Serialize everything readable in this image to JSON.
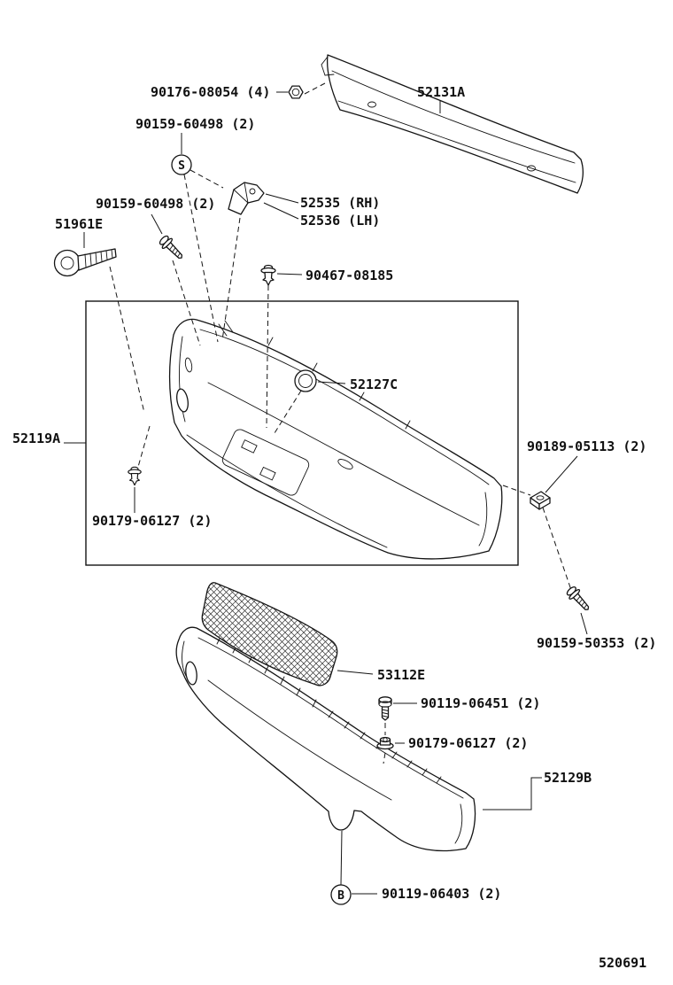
{
  "diagram": {
    "figure_number": "520691",
    "symbols": {
      "s": "S",
      "b": "B"
    },
    "callouts": {
      "reinforcement_nut": "90176-08054 (4)",
      "reinforcement_bar": "52131A",
      "screw_upper": "90159-60498 (2)",
      "bracket_rh": "52535 (RH)",
      "bracket_lh": "52536 (LH)",
      "screw_front": "90159-60498 (2)",
      "tow_hook": "51961E",
      "retainer_clip": "90467-08185",
      "hole_cover": "52127C",
      "bumper_cover": "52119A",
      "side_nut": "90189-05113 (2)",
      "cover_clip": "90179-06127 (2)",
      "side_screw": "90159-50353 (2)",
      "lower_grille": "53112E",
      "valance_bolt": "90119-06451 (2)",
      "valance_nut": "90179-06127 (2)",
      "valance_panel": "52129B",
      "bottom_bolt": "90119-06403 (2)"
    }
  }
}
